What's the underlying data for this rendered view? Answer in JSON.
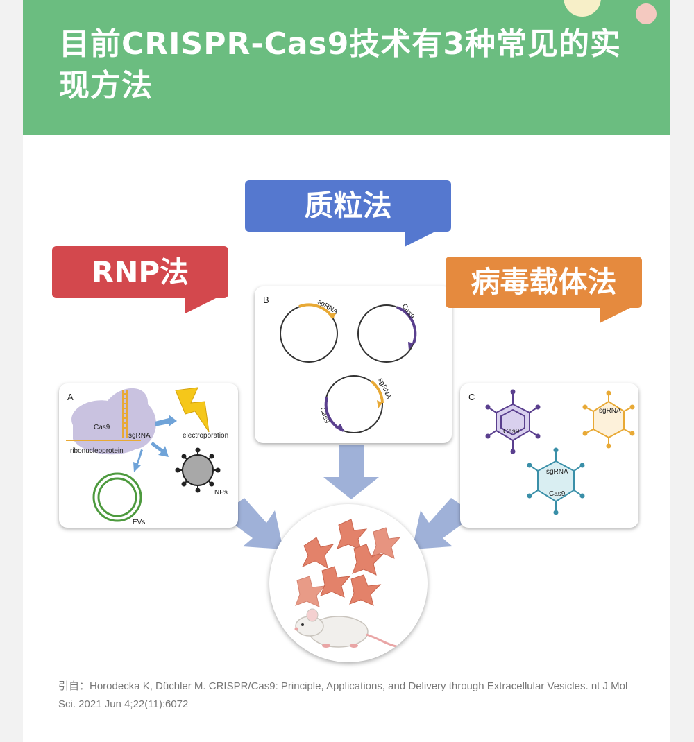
{
  "header": {
    "title": "目前CRISPR-Cas9技术有3种常见的实现方法",
    "color": "#6bbd80"
  },
  "methods": {
    "rnp": {
      "label": "RNP法",
      "color": "#d3484d"
    },
    "plasmid": {
      "label": "质粒法",
      "color": "#5578cf"
    },
    "viral": {
      "label": "病毒载体法",
      "color": "#e58a3e"
    }
  },
  "panel_a": {
    "label": "A",
    "cas9": "Cas9",
    "sgrna": "sgRNA",
    "rnp": "ribonucleoprotein",
    "electroporation": "electroporation",
    "nps": "NPs",
    "evs": "EVs"
  },
  "panel_b": {
    "label": "B",
    "sgrna": "sgRNA",
    "cas9": "Cas9"
  },
  "panel_c": {
    "label": "C",
    "cas9": "Cas9",
    "sgrna": "sgRNA"
  },
  "citation": "引自：Horodecka K, Düchler M. CRISPR/Cas9: Principle, Applications, and Delivery through Extracellular Vesicles. nt J Mol Sci. 2021 Jun 4;22(11):6072"
}
